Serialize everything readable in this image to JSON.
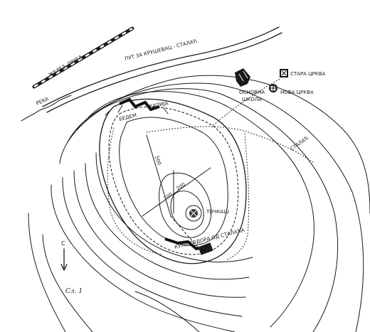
{
  "map": {
    "labels": {
      "railway": "ЖЕЛЕЗ. ПРУГА",
      "road": "ПУТ ЗА КРУШЕВАЦ - СТАЛАЋ",
      "creek": "РЕКА",
      "school": "ОСНОВНА ШКОЛА",
      "old_church": "СТАРА ЦРКВА",
      "new_church": "НОВА ЦРКВА",
      "stalac_path": "СТАЛАЋ",
      "gate": "КАПИЈА",
      "rampart": "БЕДЕМ",
      "top_point": "ТОЧКАШ",
      "tower": "КУЛА ТОДОРА ОД СТАЛАЋА",
      "scale_1": "500",
      "scale_2": "200",
      "scale_3": "100",
      "north_mark": "С",
      "caption": "Сл. 1"
    },
    "icons": [
      "school-building-icon",
      "old-church-icon",
      "new-church-icon",
      "north-arrow-icon",
      "summit-marker-icon"
    ]
  }
}
